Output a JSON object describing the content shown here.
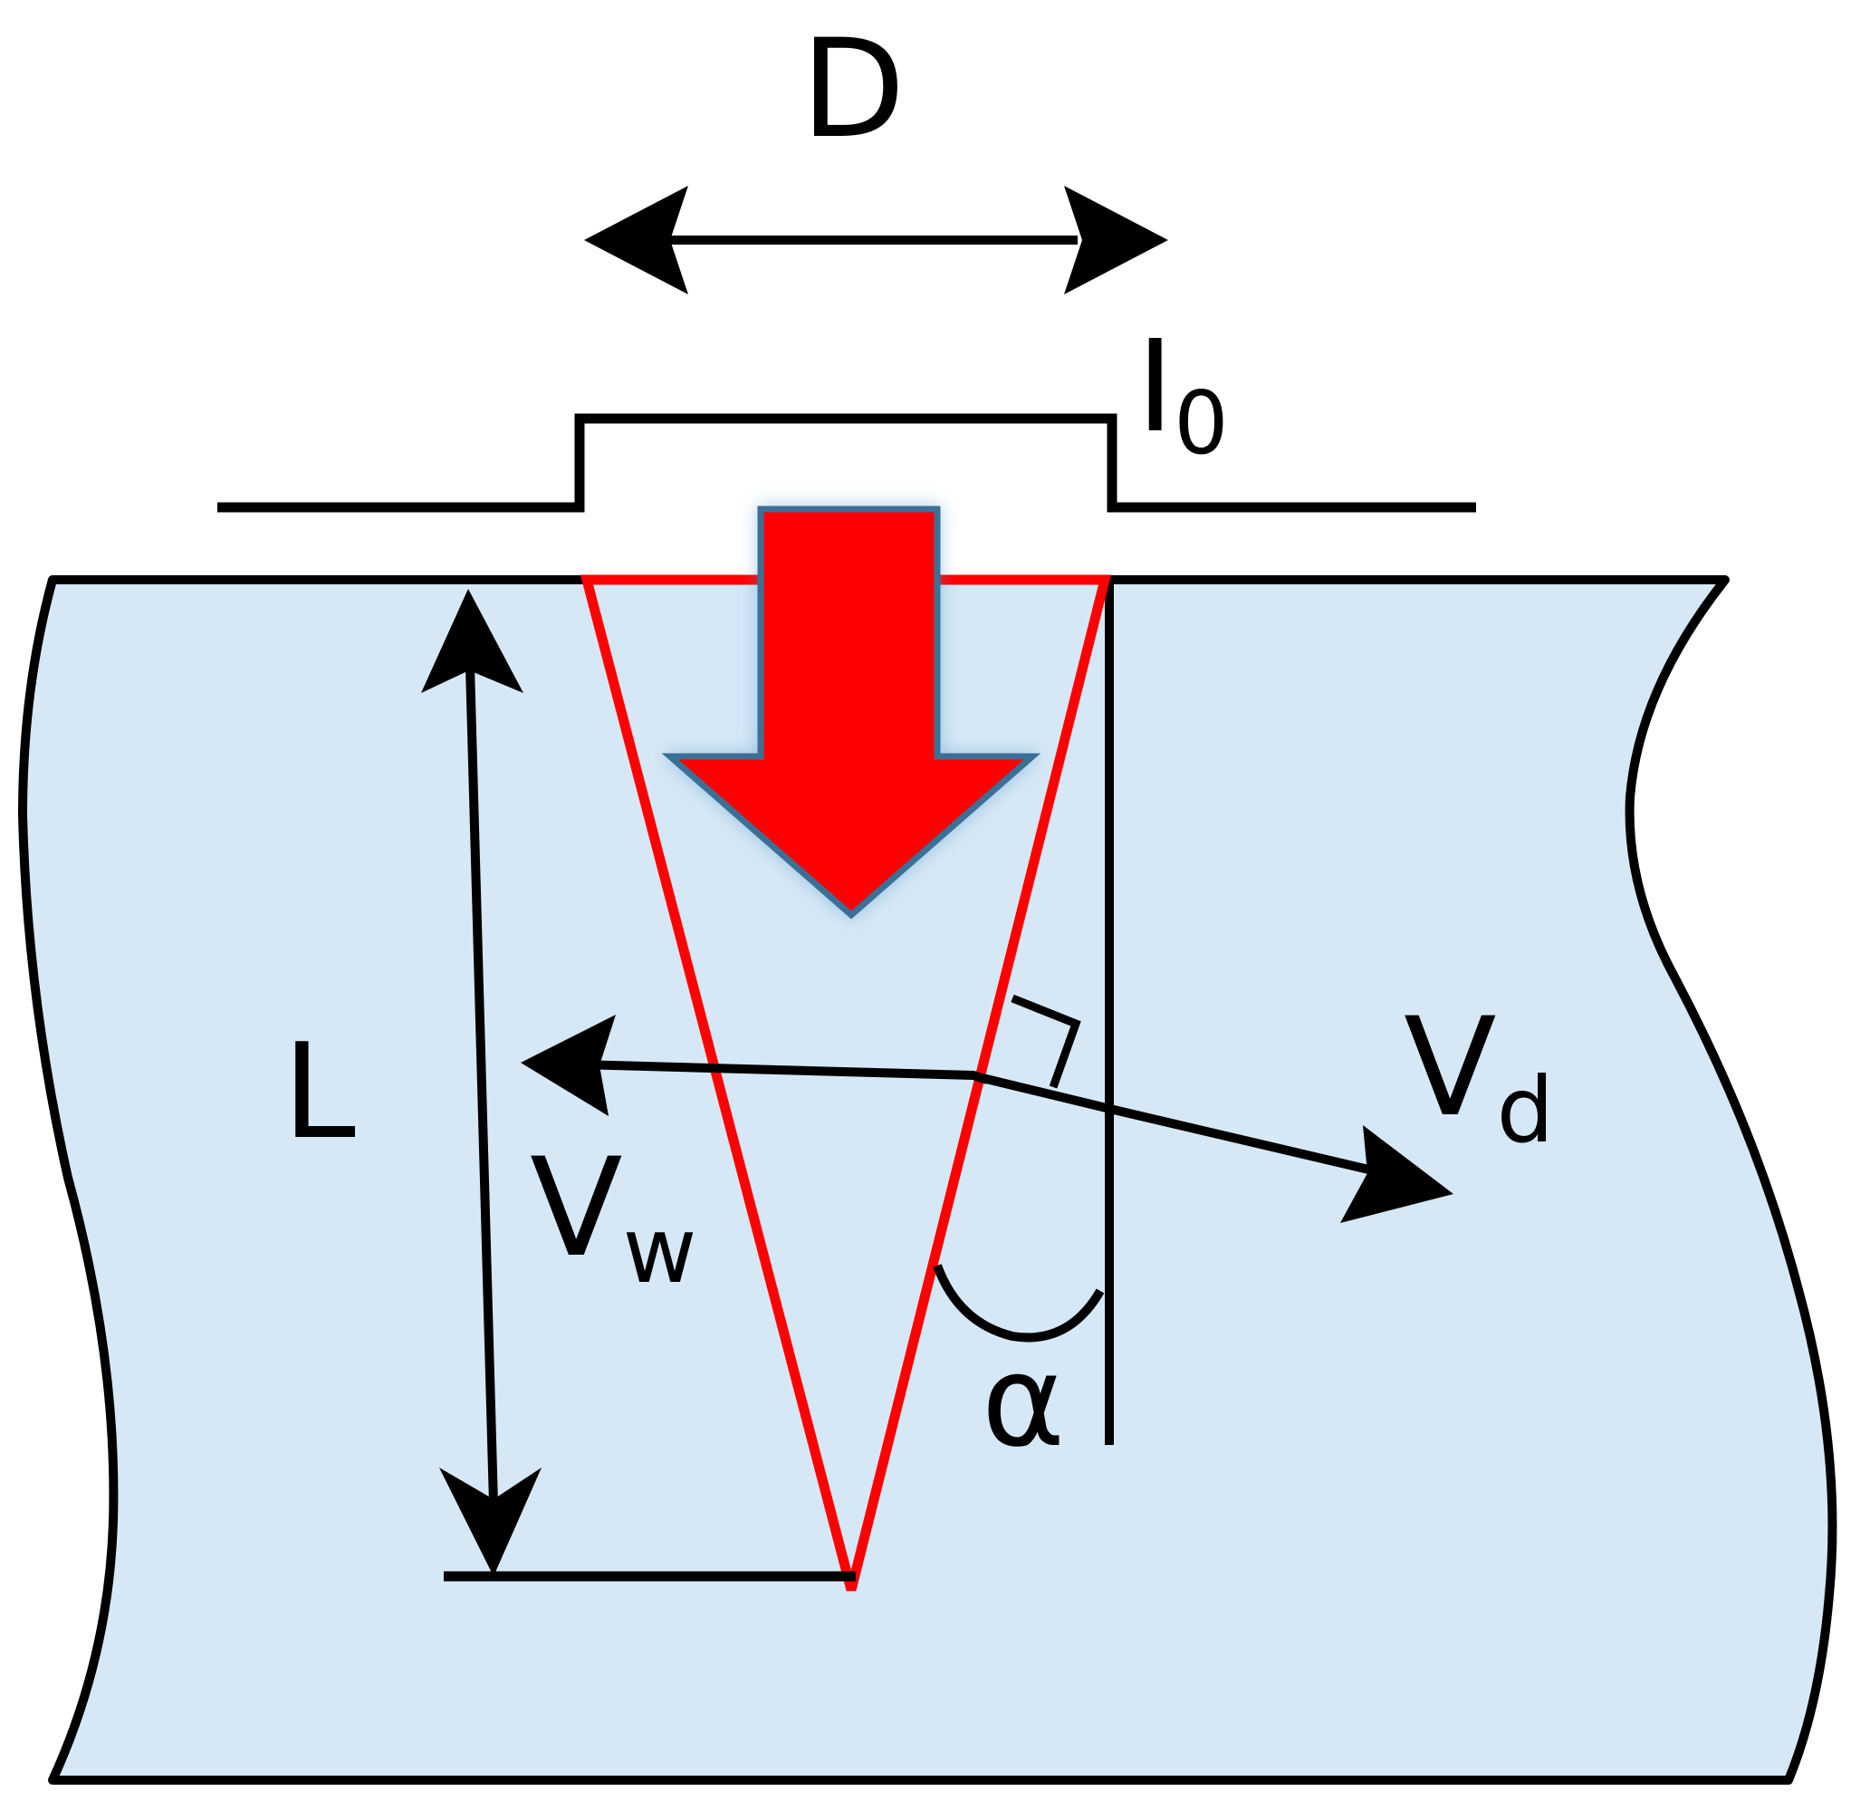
{
  "colors": {
    "block_fill": "#d6e8f5",
    "outline": "#000000",
    "cone": "#ff0000",
    "arrow_fill": "#ff0000",
    "arrow_edge": "#3a6f96"
  },
  "labels": {
    "diameter": "D",
    "pulse_base": "I",
    "pulse_sub": "0",
    "length": "L",
    "vw_base": "V",
    "vw_sub": "w",
    "vd_base": "V",
    "vd_sub": "d",
    "angle": "α"
  },
  "icons": {
    "load_arrow": "down-arrow-icon",
    "right_angle": "right-angle-marker-icon"
  }
}
